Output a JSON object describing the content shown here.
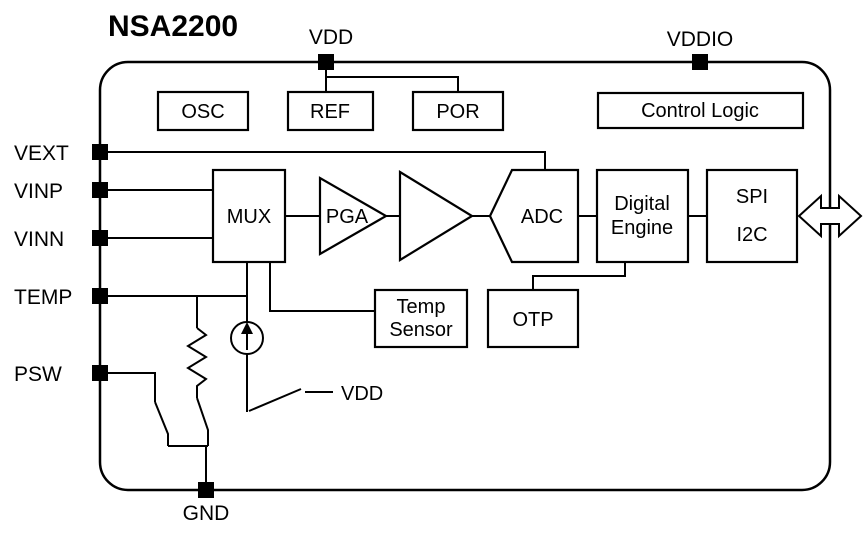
{
  "title": "NSA2200",
  "pins": {
    "vdd": "VDD",
    "vddio": "VDDIO",
    "vext": "VEXT",
    "vinp": "VINP",
    "vinn": "VINN",
    "temp": "TEMP",
    "psw": "PSW",
    "gnd": "GND"
  },
  "blocks": {
    "osc": "OSC",
    "ref": "REF",
    "por": "POR",
    "control_logic": "Control Logic",
    "mux": "MUX",
    "pga": "PGA",
    "adc": "ADC",
    "digital_engine": [
      "Digital",
      "Engine"
    ],
    "spi_i2c": [
      "SPI",
      "I2C"
    ],
    "temp_sensor": [
      "Temp",
      "Sensor"
    ],
    "otp": "OTP"
  },
  "annotations": {
    "switch_supply": "VDD"
  },
  "colors": {
    "line": "#000000",
    "pin_fill": "#000000",
    "block_fill": "#ffffff",
    "background": "#ffffff"
  }
}
